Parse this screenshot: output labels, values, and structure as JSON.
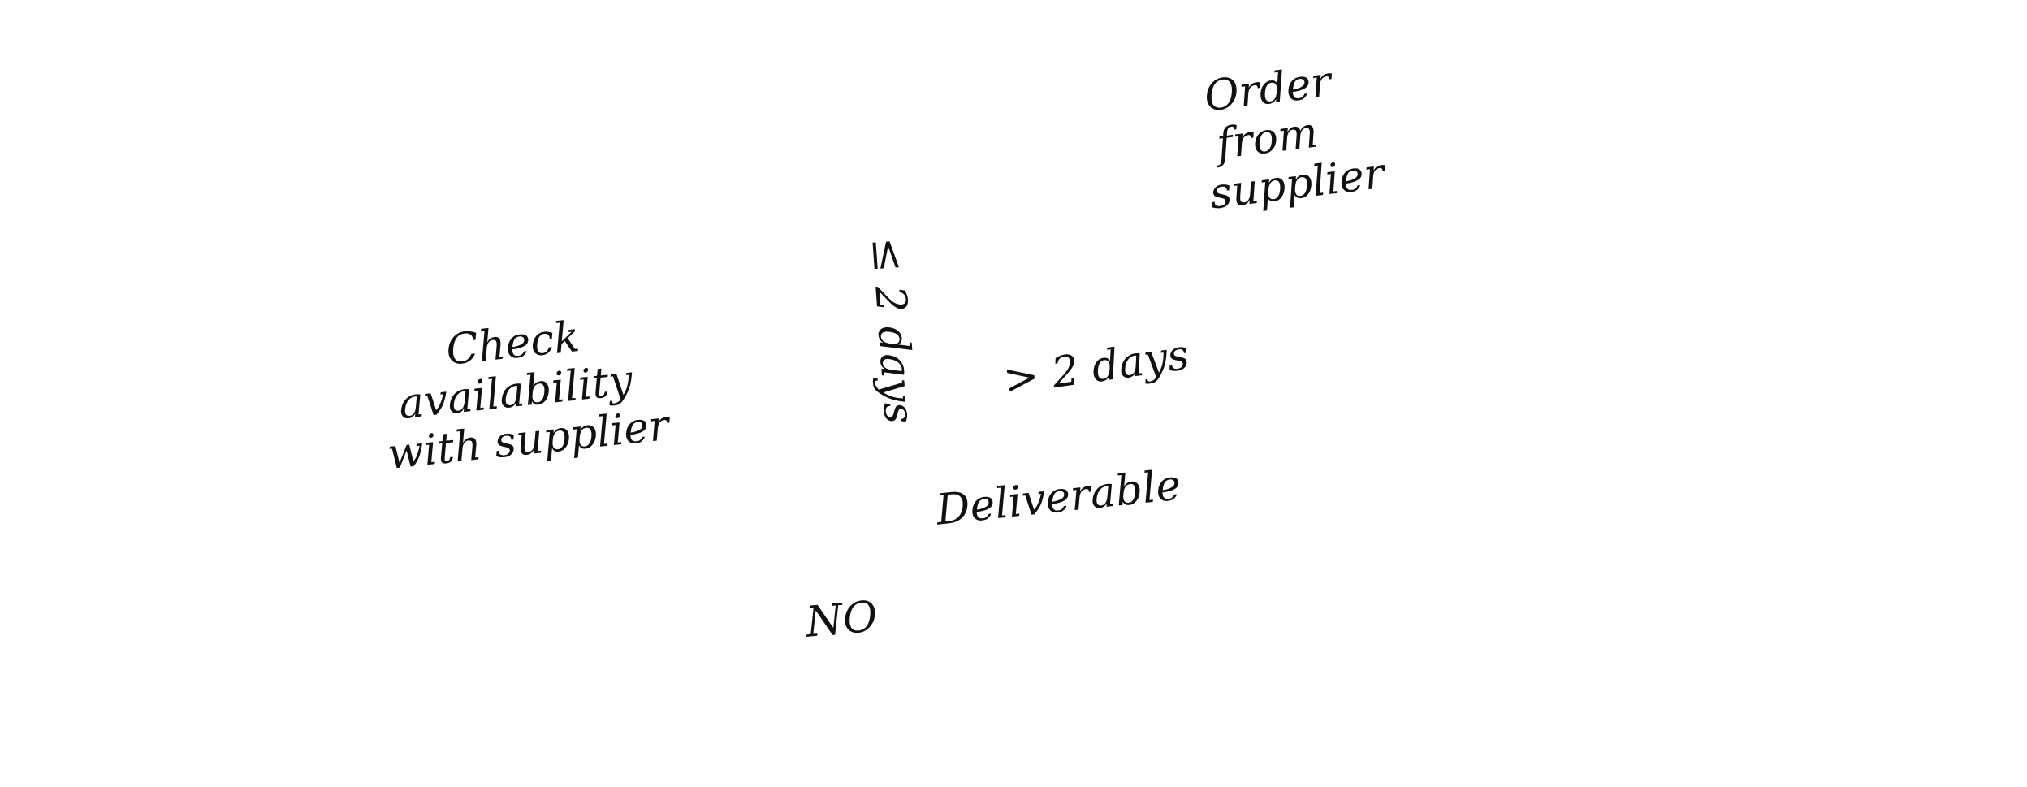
{
  "labels": {
    "order": [
      "Order",
      "from",
      "supplier"
    ],
    "check": [
      "Check",
      "availability",
      "with supplier"
    ],
    "le_two_days": "≤ 2 days",
    "gt_two_days": "> 2 days",
    "deliverable": "Deliverable",
    "no": "NO"
  }
}
